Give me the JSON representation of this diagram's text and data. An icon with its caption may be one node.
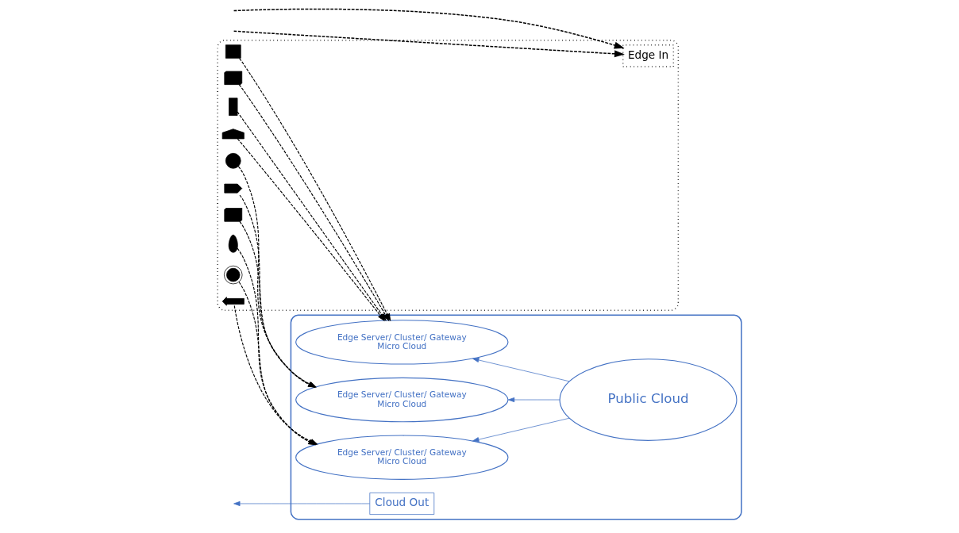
{
  "diagram": {
    "nodes": [
      {
        "text": [],
        "shape": "box"
      },
      {
        "text": [
          "Edge In"
        ],
        "in": 0
      },
      {
        "text": [],
        "shape": "screen",
        "in": 0
      },
      {
        "text": [],
        "shape": "camera",
        "in": 0
      },
      {
        "text": [],
        "shape": "phone",
        "in": 0
      },
      {
        "text": [],
        "shape": "car",
        "in": 0
      },
      {
        "text": [],
        "shape": "clock",
        "in": 0
      },
      {
        "text": [],
        "shape": "tag",
        "in": 0
      },
      {
        "text": [],
        "shape": "camera",
        "in": 0
      },
      {
        "text": [],
        "shape": "microphone",
        "in": 0
      },
      {
        "text": [],
        "shape": "watch",
        "in": 0
      },
      {
        "text": [],
        "shape": "pulse",
        "in": 0
      },
      {
        "text": [],
        "shape": "box"
      },
      {
        "text": [
          "Cloud Out"
        ],
        "in": 12
      },
      {
        "text": [
          "Edge Server/ Cluster/ Gateway",
          "Micro Cloud"
        ],
        "in": 12
      },
      {
        "text": [
          "Edge Server/ Cluster/ Gateway",
          "Micro Cloud"
        ],
        "in": 12
      },
      {
        "text": [
          "Edge Server/ Cluster/ Gateway",
          "Micro Cloud"
        ],
        "in": 12
      },
      {
        "text": [
          "Public Cloud"
        ],
        "in": 12
      }
    ],
    "edges": [
      {
        "from": null,
        "to": 1,
        "arrow": "to",
        "style": "dashed"
      },
      {
        "from": null,
        "to": 1,
        "arrow": "to",
        "style": "dashed"
      },
      {
        "from": 13,
        "to": null,
        "arrow": "to",
        "color": "#4472c4"
      },
      {
        "from": 2,
        "to": 14,
        "arrow": "to",
        "style": "dashed"
      },
      {
        "from": 3,
        "to": 14,
        "arrow": "to",
        "style": "dashed"
      },
      {
        "from": 4,
        "to": 14,
        "arrow": "to",
        "style": "dashed"
      },
      {
        "from": 5,
        "to": 14,
        "arrow": "to",
        "style": "dashed"
      },
      {
        "from": 6,
        "to": 15,
        "arrow": "to",
        "style": "dashed"
      },
      {
        "from": 7,
        "to": 15,
        "arrow": "to",
        "style": "dashed"
      },
      {
        "from": 8,
        "to": 15,
        "arrow": "to",
        "style": "dashed"
      },
      {
        "from": 9,
        "to": 16,
        "arrow": "to",
        "style": "dashed"
      },
      {
        "from": 10,
        "to": 16,
        "arrow": "to",
        "style": "dashed"
      },
      {
        "from": 11,
        "to": 16,
        "arrow": "to",
        "style": "dashed"
      },
      {
        "from": 17,
        "to": 14,
        "arrow": "to",
        "color": "#4472c4"
      },
      {
        "from": 17,
        "to": 15,
        "arrow": "to",
        "color": "#4472c4"
      },
      {
        "from": 17,
        "to": 16,
        "arrow": "to",
        "color": "#4472c4"
      }
    ]
  }
}
